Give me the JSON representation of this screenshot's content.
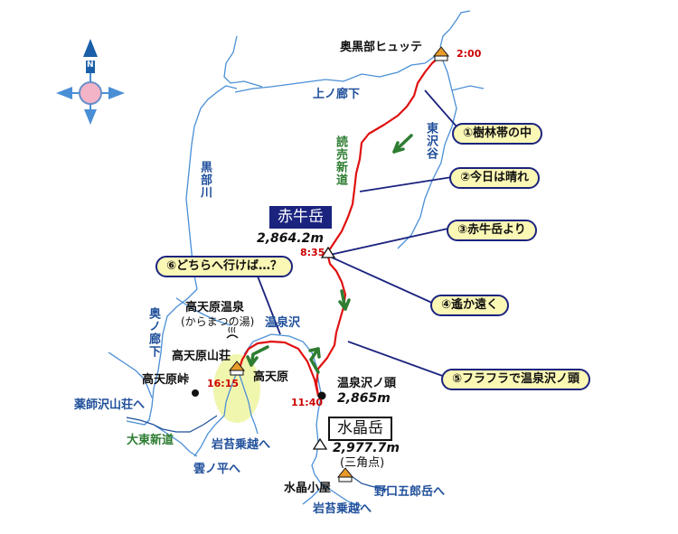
{
  "map": {
    "labels": {
      "okukurobe": "奥黒部ヒュッテ",
      "kaminorouka": "上ノ廊下",
      "kurobegawa": "黒部川",
      "tozawadani": "東沢谷",
      "yomiuri": "読売新道",
      "akaushi": "赤牛岳",
      "akaushi_elev": "2,864.2m",
      "kotengen_onsen": "高天原温泉",
      "karamatsu": "(からまつの湯)",
      "onsenzawa": "温泉沢",
      "kotengen_sanso": "高天原山荘",
      "kotengen": "高天原",
      "kotengen_toge": "高天原峠",
      "okunorouka": "奥ノ廊下",
      "yakushizawa": "薬師沢山荘へ",
      "daito": "大東新道",
      "kumonotaira": "雲ノ平へ",
      "iwagoke1": "岩苔乗越へ",
      "onsenzawa_no_kashira": "温泉沢ノ頭",
      "onsenzawa_elev": "2,865m",
      "suisho": "水晶岳",
      "suisho_elev": "2,977.7m",
      "sankakuten": "(三角点)",
      "suisho_goya": "水晶小屋",
      "noguchi": "野口五郎岳へ",
      "iwagoke2": "岩苔乗越へ"
    },
    "times": {
      "t1": "2:00",
      "t2": "8:35",
      "t3": "16:15",
      "t4": "11:40"
    },
    "callouts": [
      "①樹林帯の中",
      "②今日は晴れ",
      "③赤牛岳より",
      "⑥どちらへ行けば…？",
      "④遙か遠く",
      "⑤フラフラで温泉沢ノ頭"
    ],
    "compass": {
      "north": "N"
    },
    "colors": {
      "river": "#4a8fd6",
      "route": "#e01010",
      "leader": "#1a237e",
      "arrow": "#2e7d32",
      "callout_fill": "#fbf7b5"
    }
  }
}
